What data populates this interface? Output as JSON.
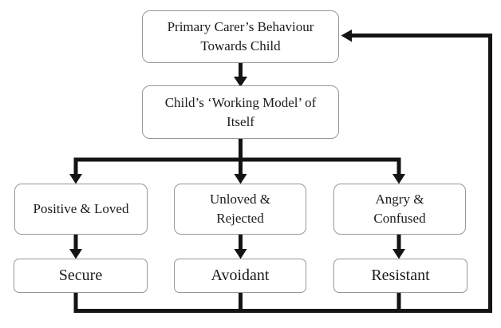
{
  "diagram": {
    "background_color": "#ffffff",
    "line_color": "#141414",
    "box_border_color": "#979797",
    "text_color": "#1c1c1c",
    "nodes": [
      {
        "id": "primary-carers-behaviour",
        "lines": [
          "Primary Carer’s Behaviour",
          "Towards Child"
        ]
      },
      {
        "id": "child-working-model",
        "lines": [
          "Child’s ‘Working Model’ of",
          "Itself"
        ]
      },
      {
        "id": "positive-loved",
        "lines": [
          "Positive & Loved"
        ]
      },
      {
        "id": "unloved-rejected",
        "lines": [
          "Unloved &",
          "Rejected"
        ]
      },
      {
        "id": "angry-confused",
        "lines": [
          "Angry &",
          "Confused"
        ]
      },
      {
        "id": "secure",
        "lines": [
          "Secure"
        ]
      },
      {
        "id": "avoidant",
        "lines": [
          "Avoidant"
        ]
      },
      {
        "id": "resistant",
        "lines": [
          "Resistant"
        ]
      }
    ],
    "edges": [
      {
        "from": "primary-carers-behaviour",
        "to": "child-working-model",
        "arrow": true
      },
      {
        "from": "child-working-model",
        "to": "positive-loved",
        "arrow": true
      },
      {
        "from": "child-working-model",
        "to": "unloved-rejected",
        "arrow": true
      },
      {
        "from": "child-working-model",
        "to": "angry-confused",
        "arrow": true
      },
      {
        "from": "positive-loved",
        "to": "secure",
        "arrow": true
      },
      {
        "from": "unloved-rejected",
        "to": "avoidant",
        "arrow": true
      },
      {
        "from": "angry-confused",
        "to": "resistant",
        "arrow": true
      },
      {
        "from": "secure",
        "to": "primary-carers-behaviour",
        "arrow": true,
        "note": "feedback loop, shared with avoidant and resistant"
      },
      {
        "from": "avoidant",
        "to": "primary-carers-behaviour",
        "arrow": true
      },
      {
        "from": "resistant",
        "to": "primary-carers-behaviour",
        "arrow": true
      }
    ]
  }
}
